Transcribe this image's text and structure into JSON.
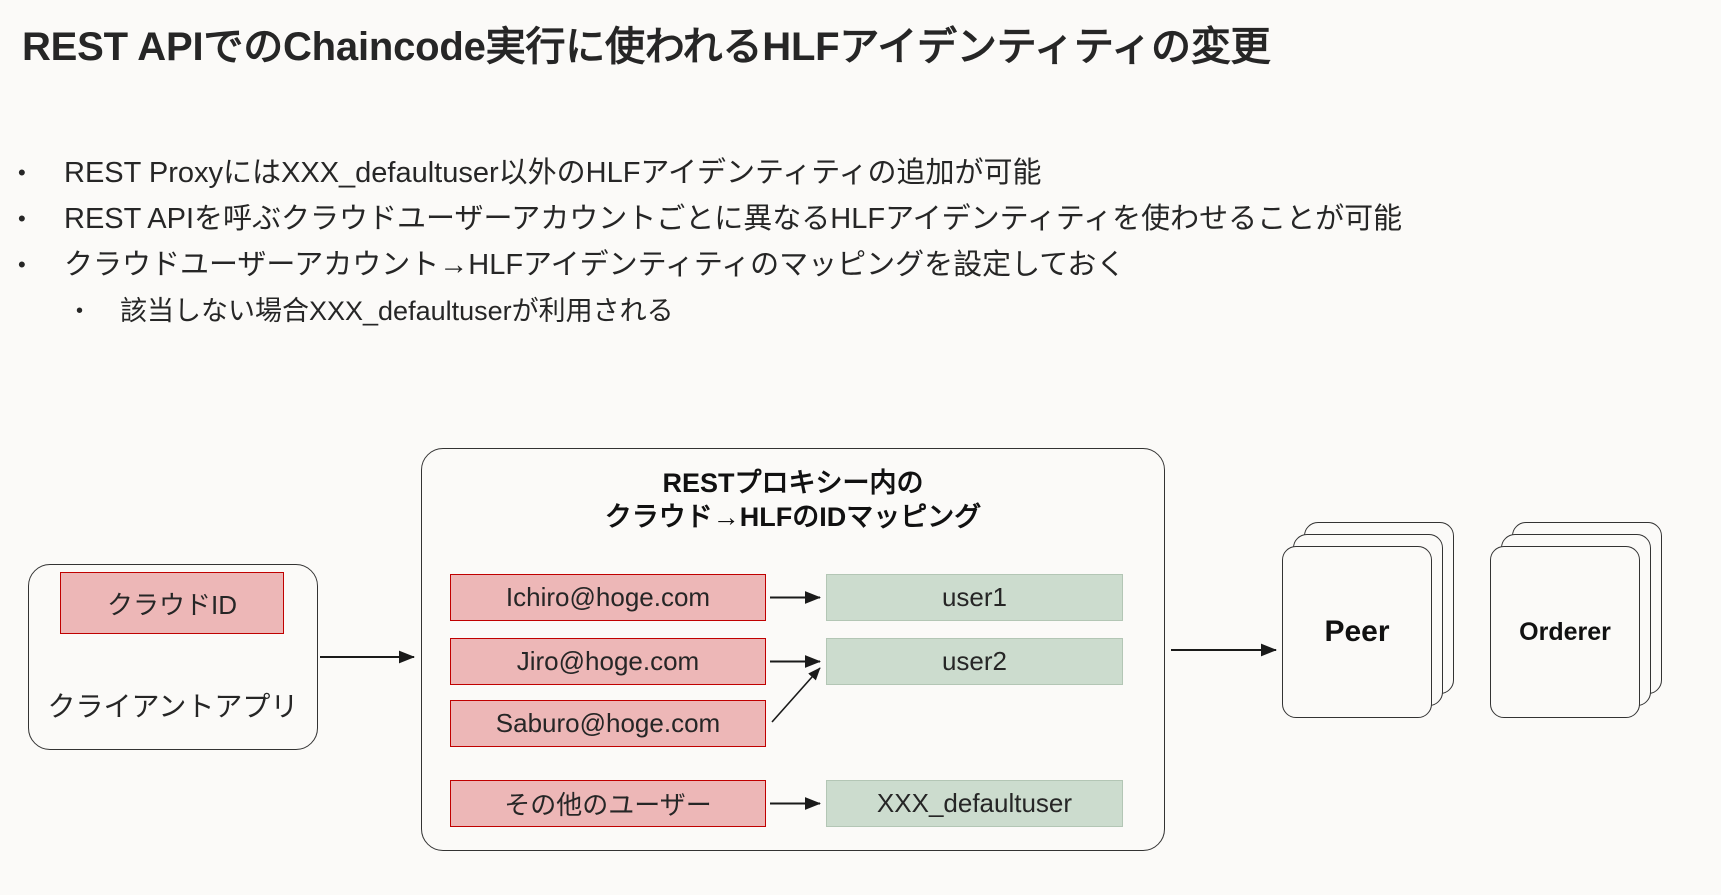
{
  "slide": {
    "title": "REST APIでのChaincode実行に使われるHLFアイデンティティの変更",
    "background_color": "#fbfaf8",
    "bullets": [
      {
        "level": 1,
        "mark": "•",
        "text": "REST ProxyにはXXX_defaultuser以外のHLFアイデンティティの追加が可能"
      },
      {
        "level": 1,
        "mark": "•",
        "text": "REST APIを呼ぶクラウドユーザーアカウントごとに異なるHLFアイデンティティを使わせることが可能"
      },
      {
        "level": 1,
        "mark": "•",
        "text": "クラウドユーザーアカウント→HLFアイデンティティのマッピングを設定しておく"
      },
      {
        "level": 2,
        "mark": "•",
        "text": "該当しない場合XXX_defaultuserが利用される"
      }
    ]
  },
  "diagram": {
    "client": {
      "cloud_id_label": "クラウドID",
      "app_label": "クライアントアプリ"
    },
    "proxy": {
      "title_line1": "RESTプロキシー内の",
      "title_line2": "クラウド→HLFのIDマッピング",
      "mappings": [
        {
          "source": "Ichiro@hoge.com",
          "target": "user1"
        },
        {
          "source": "Jiro@hoge.com",
          "target": "user2"
        },
        {
          "source": "Saburo@hoge.com",
          "target": ""
        },
        {
          "source": "その他のユーザー",
          "target": "XXX_defaultuser"
        }
      ],
      "targets": [
        {
          "label": "user1"
        },
        {
          "label": "user2"
        },
        {
          "label": "XXX_defaultuser"
        }
      ]
    },
    "network": {
      "peer_label": "Peer",
      "orderer_label": "Orderer"
    },
    "colors": {
      "pink_fill": "#edb7b7",
      "pink_border": "#c00000",
      "green_fill": "#ccdcce",
      "green_border": "#b3c6b5",
      "outline": "#333333",
      "text": "#262626"
    }
  }
}
